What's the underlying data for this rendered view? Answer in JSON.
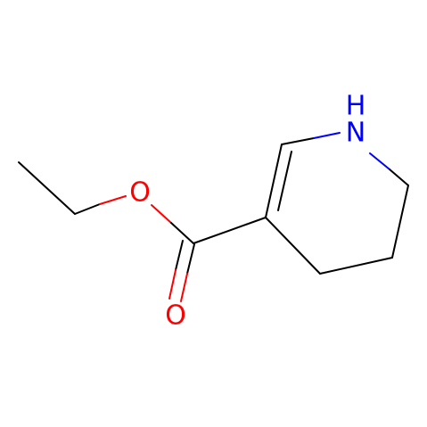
{
  "molecule": {
    "atoms": {
      "ring_nitrogen": {
        "symbol": "N",
        "hydrogen": "H",
        "color": "#0000ff"
      },
      "ester_oxygen": {
        "symbol": "O",
        "color": "#ff0000"
      },
      "carbonyl_oxygen": {
        "symbol": "O",
        "color": "#ff0000"
      }
    },
    "bond_color": "#000000",
    "background": "#ffffff"
  }
}
